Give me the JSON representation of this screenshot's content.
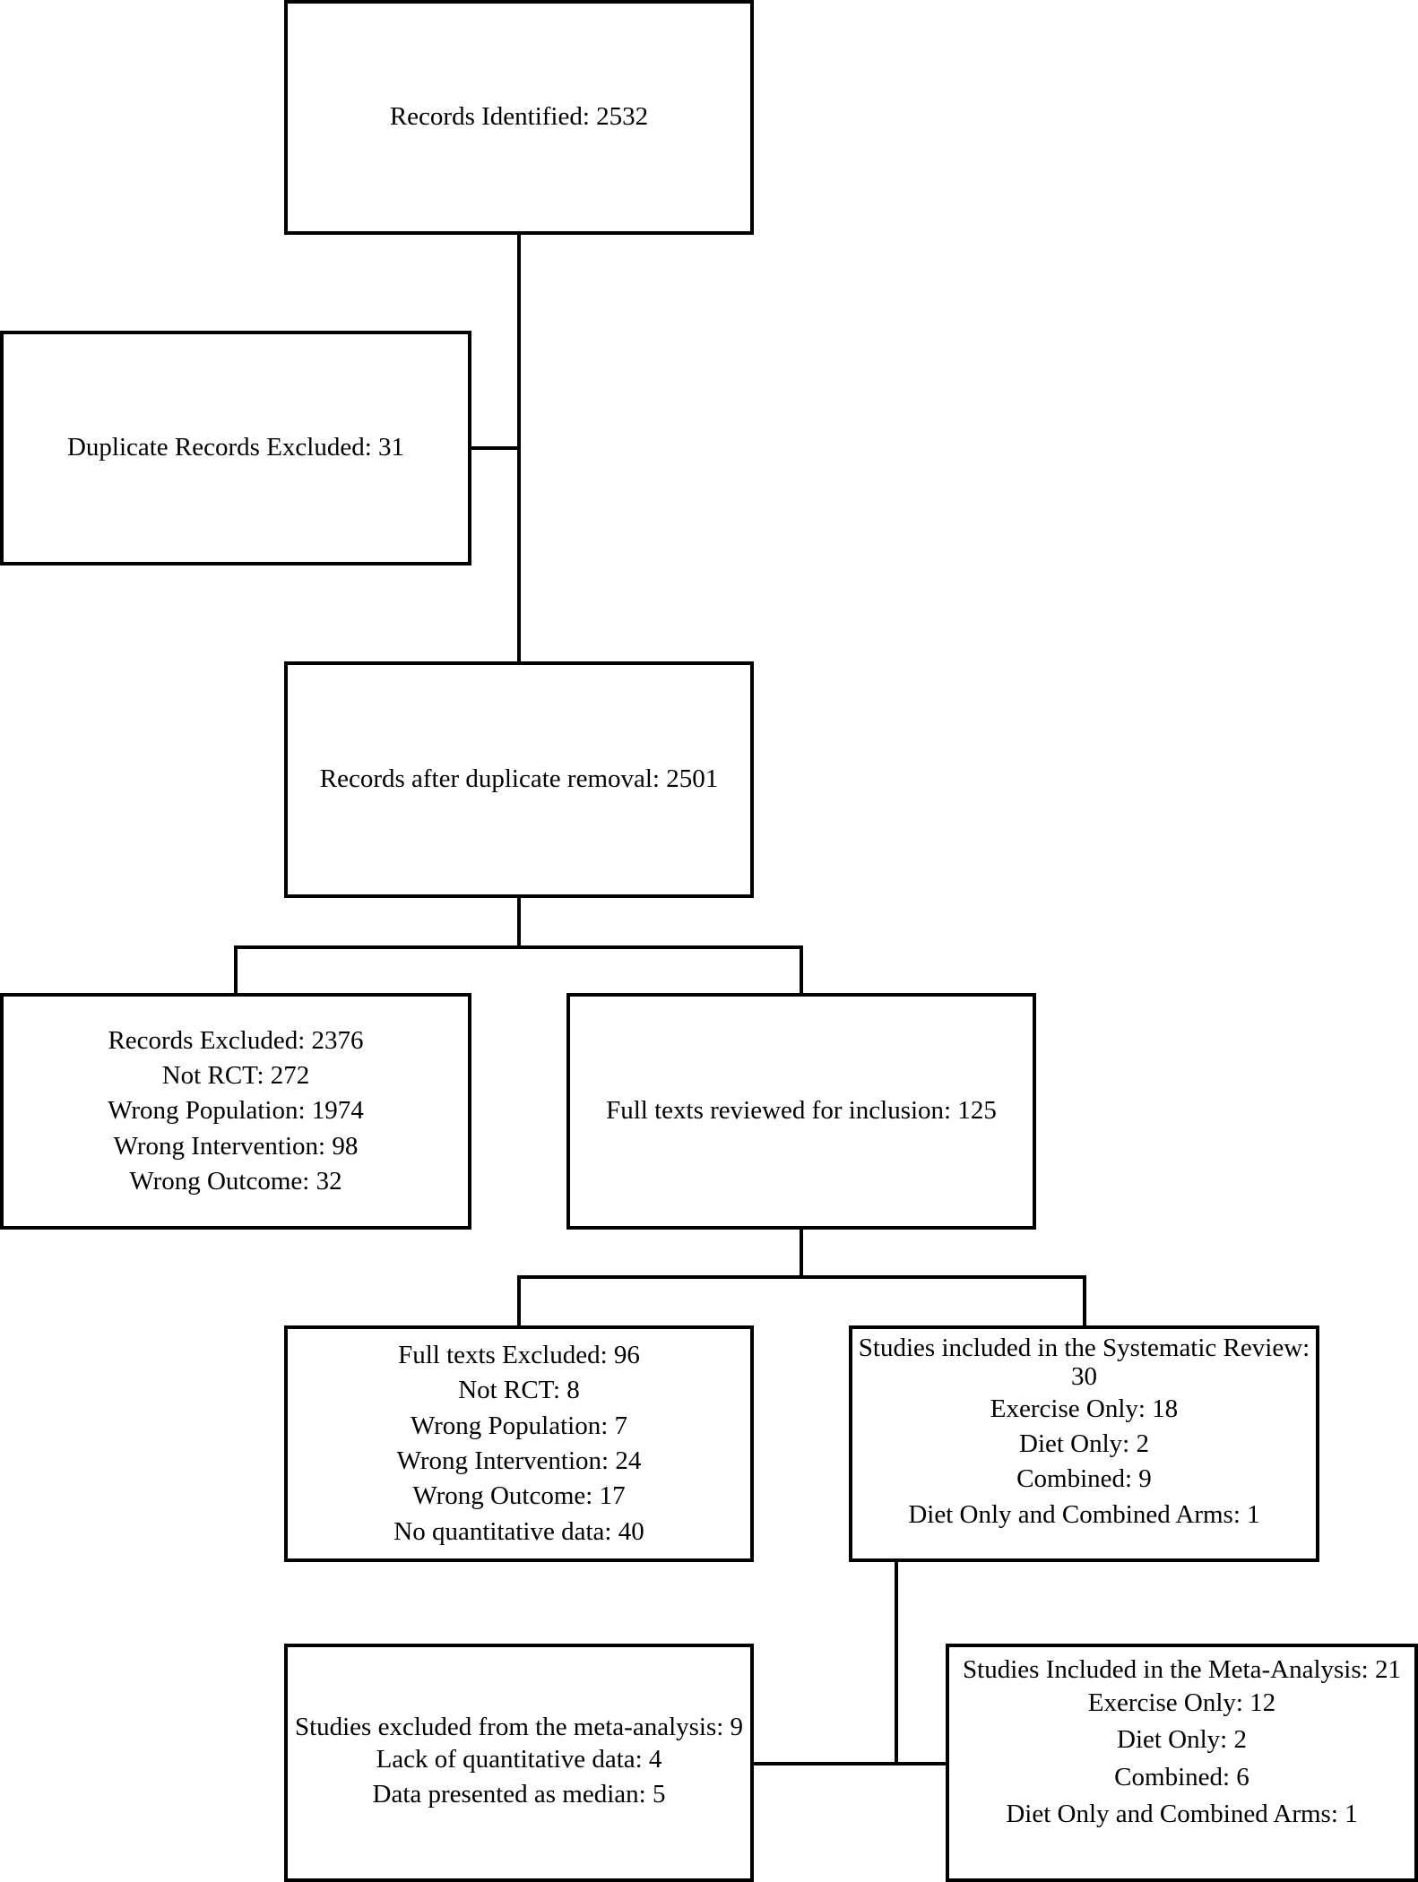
{
  "flowchart": {
    "identified": {
      "lines": [
        "Records Identified: 2532"
      ]
    },
    "duplicate": {
      "lines": [
        "Duplicate Records Excluded: 31"
      ]
    },
    "after_duplicate": {
      "lines": [
        "Records after duplicate removal: 2501"
      ]
    },
    "records_excluded": {
      "lines": [
        "Records Excluded: 2376",
        "Not RCT: 272",
        "Wrong Population: 1974",
        "Wrong Intervention: 98",
        "Wrong Outcome: 32"
      ]
    },
    "full_texts_reviewed": {
      "lines": [
        "Full texts reviewed for inclusion: 125"
      ]
    },
    "full_texts_excluded": {
      "lines": [
        "Full texts Excluded: 96",
        "Not RCT: 8",
        "Wrong Population: 7",
        "Wrong Intervention: 24",
        "Wrong Outcome: 17",
        "No quantitative data: 40"
      ]
    },
    "systematic_review": {
      "heading": "Studies included in the Systematic Review: 30",
      "lines": [
        "Exercise Only: 18",
        "Diet Only: 2",
        "Combined: 9",
        "Diet Only and Combined Arms: 1"
      ]
    },
    "meta_excluded": {
      "heading": "Studies excluded from the meta-analysis: 9",
      "lines": [
        "Lack of quantitative data: 4",
        "Data presented as median: 5"
      ]
    },
    "meta_included": {
      "heading": "Studies Included in the Meta-Analysis: 21",
      "lines": [
        "Exercise Only: 12",
        "Diet Only: 2",
        "Combined: 6",
        "Diet Only and Combined Arms: 1"
      ]
    }
  }
}
